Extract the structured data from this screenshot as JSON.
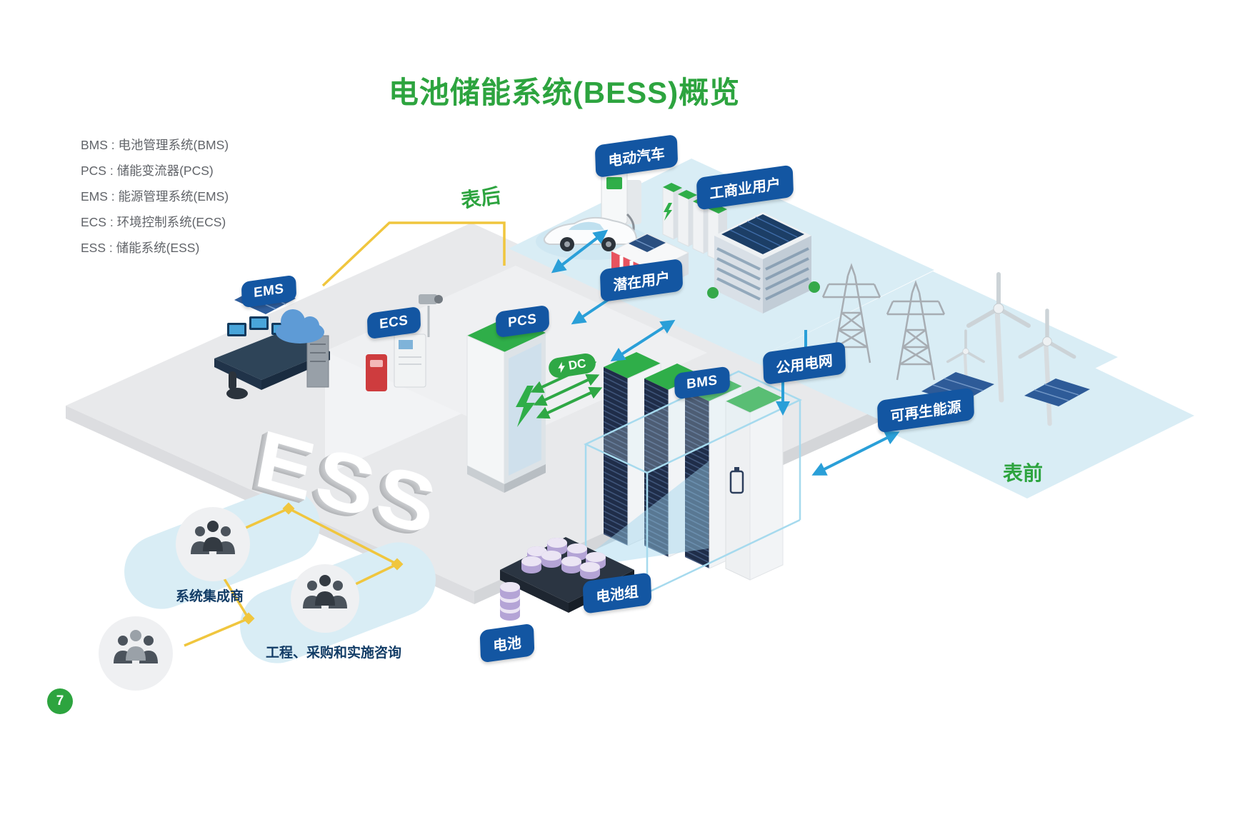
{
  "title": "电池储能系统(BESS)概览",
  "legend": {
    "items": [
      "BMS : 电池管理系统(BMS)",
      "PCS : 储能变流器(PCS)",
      "EMS : 能源管理系统(EMS)",
      "ECS : 环境控制系统(ECS)",
      "ESS : 储能系统(ESS)"
    ]
  },
  "zones": {
    "behind_meter": "表后",
    "front_of_meter": "表前"
  },
  "watermark": "ESS",
  "badges": {
    "ev": "电动汽车",
    "ci_users": "工商业用户",
    "potential_users": "潜在用户",
    "ems": "EMS",
    "ecs": "ECS",
    "pcs": "PCS",
    "bms": "BMS",
    "public_grid": "公用电网",
    "renewables": "可再生能源",
    "battery_pack": "电池组",
    "battery": "电池"
  },
  "labels": {
    "dc": "DC",
    "system_integrator": "系统集成商",
    "epc_consulting": "工程、采购和实施咨询"
  },
  "page_number": "7",
  "colors": {
    "title_green": "#2da43f",
    "badge_blue": "#1356a2",
    "arrow_blue": "#2a9fd8",
    "arrow_green": "#2fa845",
    "line_yellow": "#f0c63e",
    "platform_blue": "#d9edf5"
  }
}
